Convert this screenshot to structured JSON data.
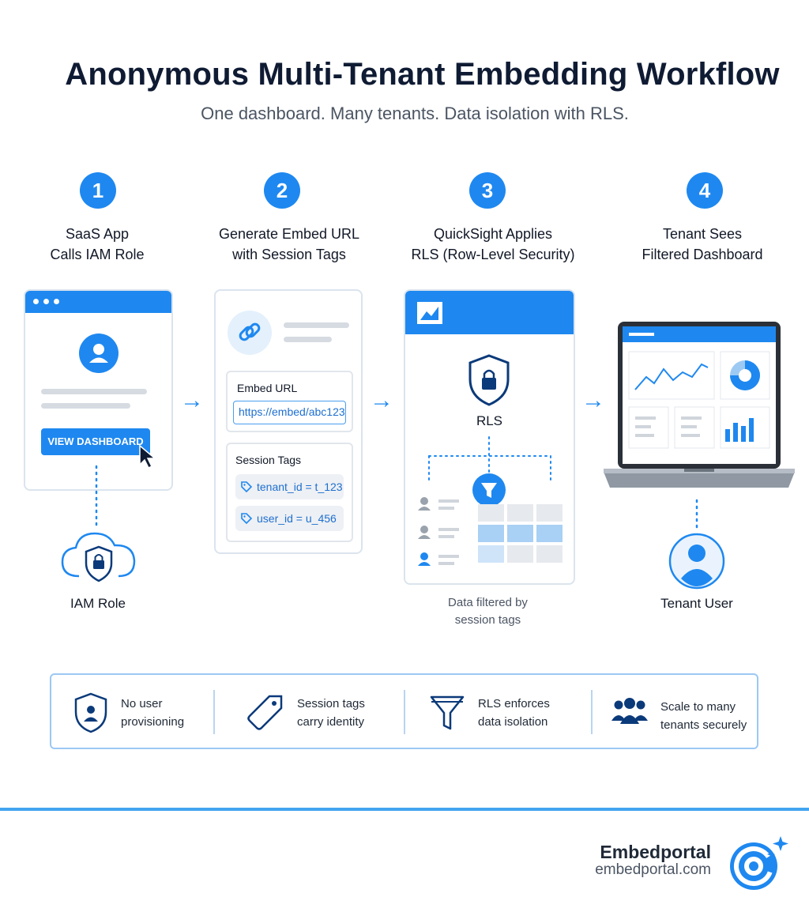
{
  "title": "Anonymous Multi-Tenant Embedding Workflow",
  "subtitle": "One dashboard. Many tenants. Data isolation with RLS.",
  "steps": [
    {
      "number": "1",
      "line1": "SaaS App",
      "line2": "Calls IAM Role"
    },
    {
      "number": "2",
      "line1": "Generate Embed URL",
      "line2": "with Session Tags"
    },
    {
      "number": "3",
      "line1": "QuickSight Applies",
      "line2": "RLS (Row-Level Security)"
    },
    {
      "number": "4",
      "line1": "Tenant Sees",
      "line2": "Filtered Dashboard"
    }
  ],
  "saas": {
    "button_label": "VIEW DASHBOARD",
    "iam_label": "IAM Role"
  },
  "embed": {
    "url_heading": "Embed URL",
    "url_value": "https://embed/abc123",
    "tags_heading": "Session Tags",
    "tags": [
      "tenant_id = t_123",
      "user_id = u_456"
    ]
  },
  "rls": {
    "label": "RLS",
    "caption_line1": "Data filtered by",
    "caption_line2": "session tags"
  },
  "tenant": {
    "label": "Tenant User"
  },
  "features": [
    {
      "icon": "shield-user-icon",
      "line1": "No user",
      "line2": "provisioning"
    },
    {
      "icon": "tag-icon",
      "line1": "Session tags",
      "line2": "carry identity"
    },
    {
      "icon": "funnel-icon",
      "line1": "RLS enforces",
      "line2": "data isolation"
    },
    {
      "icon": "group-icon",
      "line1": "Scale to many",
      "line2": "tenants securely"
    }
  ],
  "brand": {
    "name": "Embedportal",
    "url": "embedportal.com"
  },
  "colors": {
    "accent": "#1e88f0",
    "dark": "#0f1b33",
    "footer_line": "#42a5ef"
  }
}
